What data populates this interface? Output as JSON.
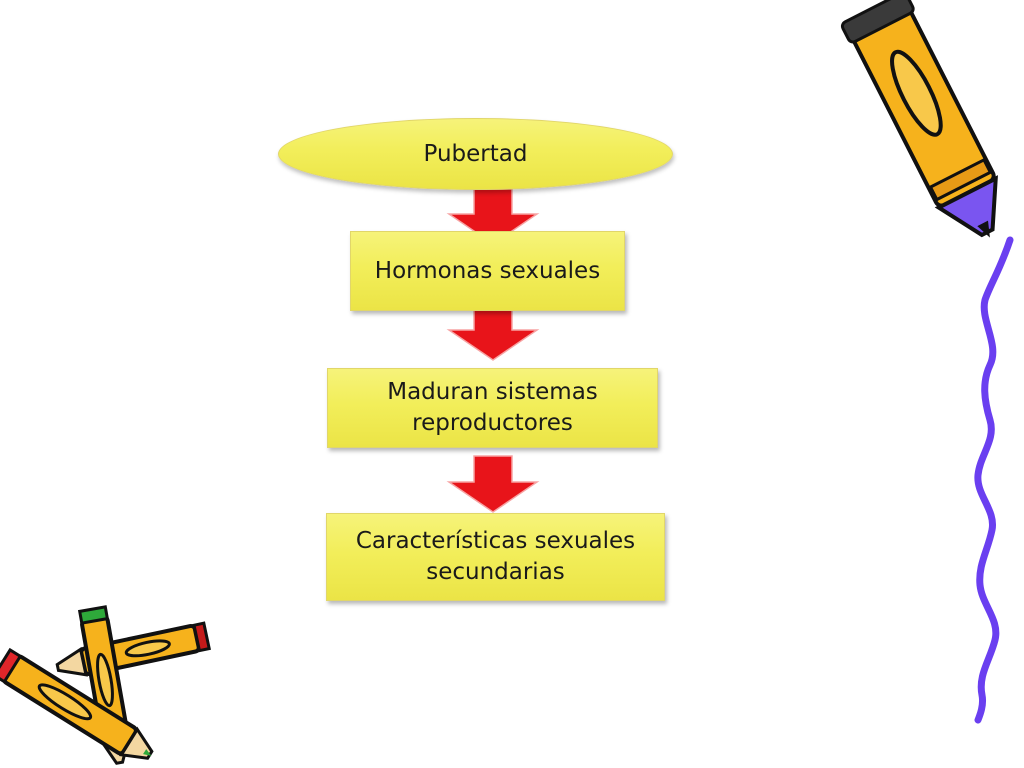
{
  "flowchart": {
    "nodes": [
      {
        "id": "pubertad",
        "text": "Pubertad",
        "shape": "ellipse"
      },
      {
        "id": "hormonas",
        "text": "Hormonas sexuales",
        "shape": "rect"
      },
      {
        "id": "maduran",
        "text": "Maduran sistemas reproductores",
        "shape": "rect"
      },
      {
        "id": "caracteristicas",
        "text": "Características sexuales secundarias",
        "shape": "rect"
      }
    ],
    "edges": [
      {
        "from": "pubertad",
        "to": "hormonas"
      },
      {
        "from": "hormonas",
        "to": "maduran"
      },
      {
        "from": "maduran",
        "to": "caracteristicas"
      }
    ],
    "colors": {
      "node_fill": "#f2ee5a",
      "arrow_fill": "#e8141a",
      "decor_line": "#6a3ff0",
      "pencil_body": "#f6b21c"
    }
  },
  "decorations": [
    "pencil-clipart",
    "pencils-clipart",
    "wavy-line"
  ]
}
